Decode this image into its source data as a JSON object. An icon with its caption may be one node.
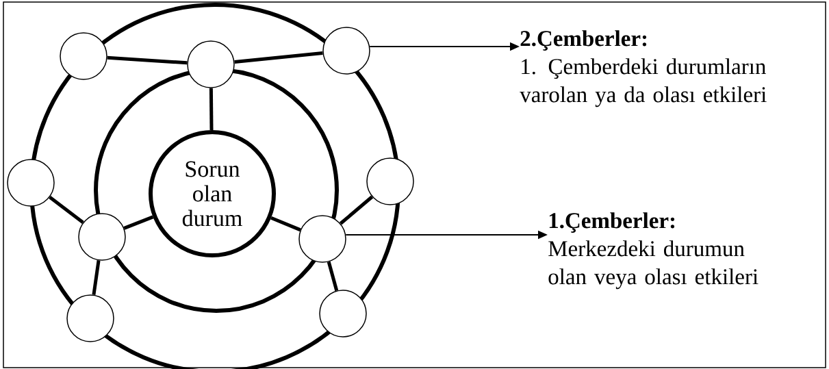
{
  "diagram": {
    "nodes": [
      {
        "text": [],
        "shape": "circle"
      },
      {
        "text": [],
        "shape": "circle"
      },
      {
        "text": [],
        "shape": "circle"
      },
      {
        "text": [
          "2.Çemberler:",
          "1. Çemberdeki durumların varolan ya da olası etkileri"
        ]
      },
      {
        "text": [],
        "shape": "circle"
      },
      {
        "text": [
          "Sorun olan durum"
        ]
      },
      {
        "text": [],
        "shape": "circle"
      },
      {
        "text": [],
        "shape": "circle"
      },
      {
        "text": [],
        "shape": "circle"
      },
      {
        "text": [
          "1.Çemberler:",
          "Merkezdeki durumun olan veya olası etkileri"
        ]
      },
      {
        "text": [],
        "shape": "circle"
      },
      {
        "text": [],
        "shape": "circle"
      }
    ],
    "edges": [
      {
        "from": 0,
        "to": 1,
        "arrow": "none"
      },
      {
        "from": 1,
        "to": 2,
        "arrow": "none"
      },
      {
        "from": 1,
        "to": 5,
        "arrow": "none"
      },
      {
        "from": 7,
        "to": 5,
        "arrow": "none"
      },
      {
        "from": 8,
        "to": 5,
        "arrow": "none"
      },
      {
        "from": 4,
        "to": 7,
        "arrow": "none"
      },
      {
        "from": 7,
        "to": 10,
        "arrow": "none"
      },
      {
        "from": 6,
        "to": 8,
        "arrow": "none"
      },
      {
        "from": 8,
        "to": 11,
        "arrow": "none"
      },
      {
        "from": 2,
        "to": 3,
        "arrow": "to"
      },
      {
        "from": 8,
        "to": 9,
        "arrow": "to"
      }
    ]
  }
}
